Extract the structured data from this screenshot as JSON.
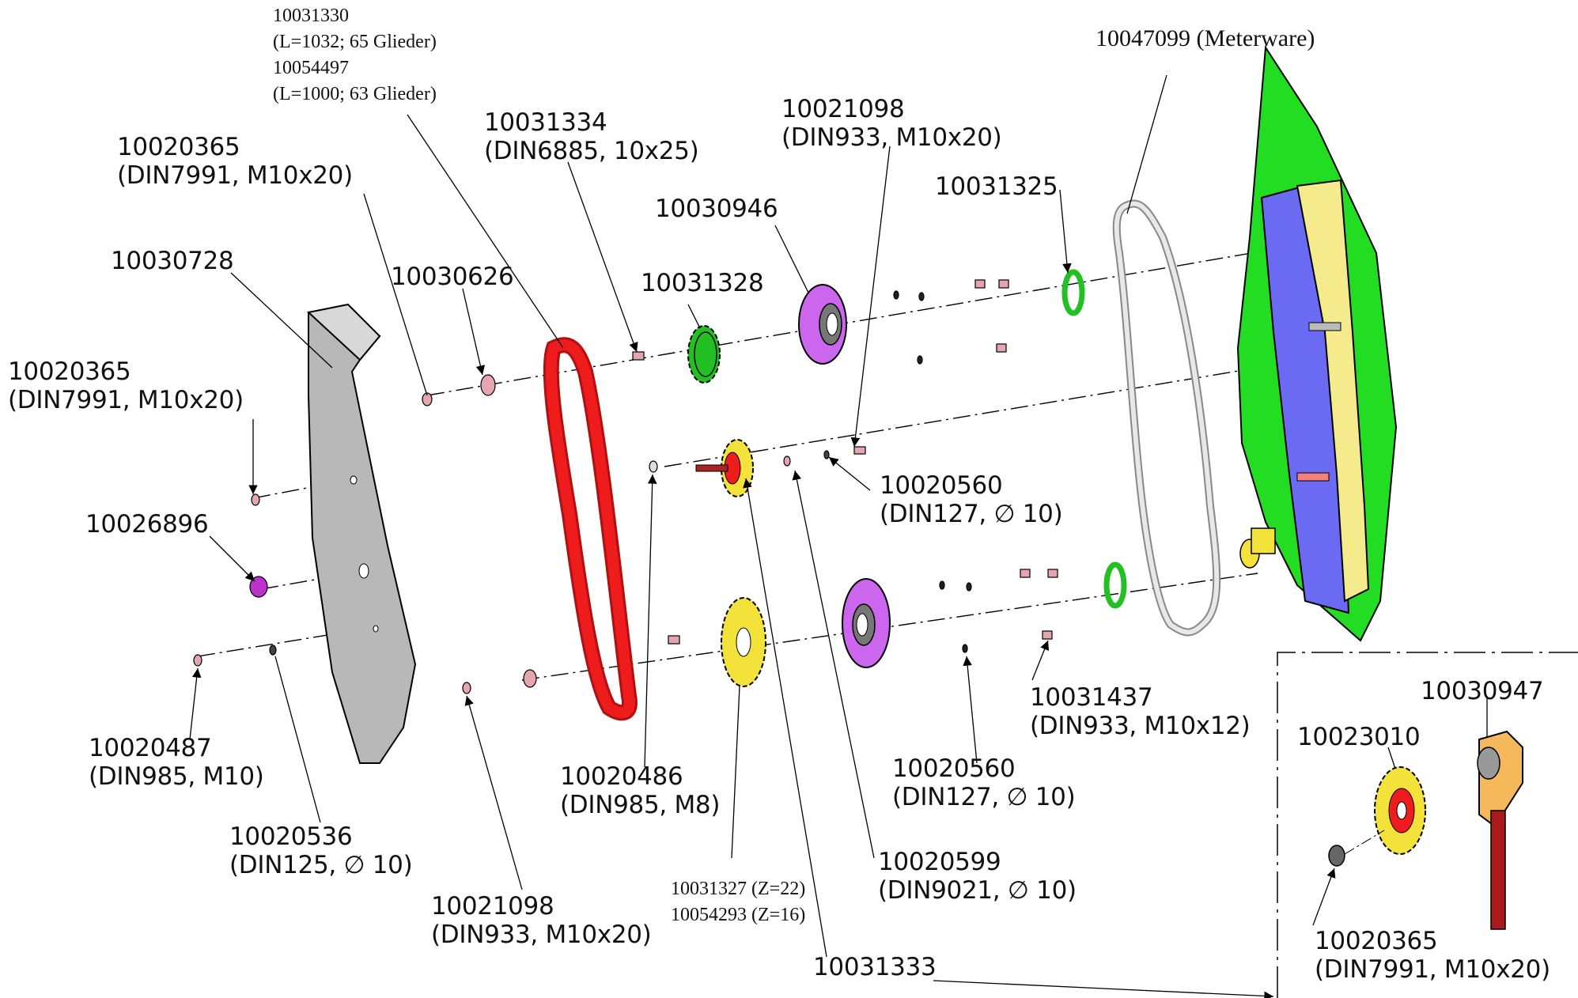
{
  "labels": {
    "chain_part": {
      "line1": "10031330",
      "line2": "(L=1032; 65 Glieder)",
      "line3": "10054497",
      "line4": "(L=1000; 63 Glieder)"
    },
    "meterware": {
      "line1": "10047099 (Meterware)"
    },
    "key": {
      "line1": "10031334",
      "line2": "(DIN6885, 10x25)"
    },
    "screw_top_right": {
      "line1": "10021098",
      "line2": "(DIN933, M10x20)"
    },
    "screw_top_left": {
      "line1": "10020365",
      "line2": "(DIN7991, M10x20)"
    },
    "ring_green": {
      "line1": "10031325"
    },
    "bearing_flange": {
      "line1": "10030946"
    },
    "cover_plate": {
      "line1": "10030728"
    },
    "washer_top": {
      "line1": "10030626"
    },
    "sprocket_green": {
      "line1": "10031328"
    },
    "screw_left": {
      "line1": "10020365",
      "line2": "(DIN7991, M10x20)"
    },
    "spring_washer_mid": {
      "line1": "10020560",
      "line2": "(DIN127, ∅ 10)"
    },
    "spacer_purple": {
      "line1": "10026896"
    },
    "screw_right_low": {
      "line1": "10031437",
      "line2": "(DIN933, M10x12)"
    },
    "nut_m10": {
      "line1": "10020487",
      "line2": "(DIN985, M10)"
    },
    "nut_m8": {
      "line1": "10020486",
      "line2": "(DIN985, M8)"
    },
    "spring_washer_low": {
      "line1": "10020560",
      "line2": "(DIN127, ∅ 10)"
    },
    "washer_din125": {
      "line1": "10020536",
      "line2": "(DIN125, ∅ 10)"
    },
    "washer_din9021": {
      "line1": "10020599",
      "line2": "(DIN9021, ∅ 10)"
    },
    "screw_bottom": {
      "line1": "10021098",
      "line2": "(DIN933, M10x20)"
    },
    "sprocket_yellow": {
      "line1": "10031327 (Z=22)",
      "line2": "10054293 (Z=16)"
    },
    "tensioner": {
      "line1": "10031333"
    },
    "detail_arm": {
      "line1": "10030947"
    },
    "detail_sprocket": {
      "line1": "10023010"
    },
    "detail_screw": {
      "line1": "10020365",
      "line2": "(DIN7991, M10x20)"
    }
  },
  "colors": {
    "chain_red": "#ee1c1c",
    "sprocket_green": "#22c022",
    "sprocket_yellow": "#f2e23a",
    "flange_violet": "#cc66ee",
    "housing_green": "#22dd22",
    "housing_blue": "#6a6af2",
    "housing_yellow": "#f5ea8c",
    "arm_orange": "#f5b85a",
    "plate_grey": "#b8b8b8"
  }
}
